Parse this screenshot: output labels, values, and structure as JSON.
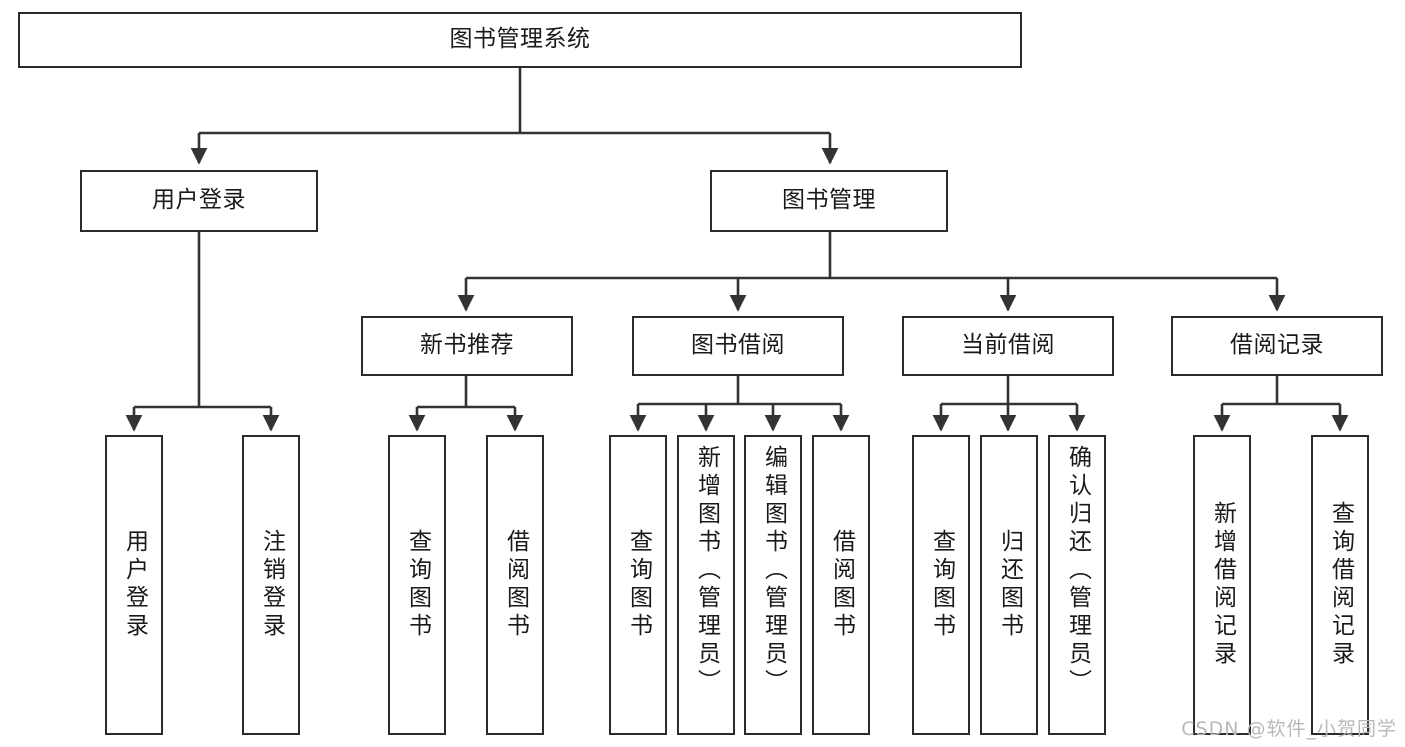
{
  "diagram": {
    "title": "图书管理系统",
    "watermark": "CSDN @软件_小贺同学",
    "colors": {
      "box_border": "#2b2b2b",
      "background": "#ffffff",
      "text": "#1a1a1a",
      "edge": "#333333",
      "watermark": "#b9b9b9"
    },
    "root": {
      "label": "图书管理系统"
    },
    "level2": [
      {
        "label": "用户登录"
      },
      {
        "label": "图书管理"
      }
    ],
    "level3": [
      {
        "label": "新书推荐"
      },
      {
        "label": "图书借阅"
      },
      {
        "label": "当前借阅"
      },
      {
        "label": "借阅记录"
      }
    ],
    "leaves": {
      "user_login": [
        {
          "label": "用户登录"
        },
        {
          "label": "注销登录"
        }
      ],
      "new_book": [
        {
          "label": "查询图书"
        },
        {
          "label": "借阅图书"
        }
      ],
      "book_borrow": [
        {
          "label": "查询图书"
        },
        {
          "label": "新增图书（管理员）"
        },
        {
          "label": "编辑图书（管理员）"
        },
        {
          "label": "借阅图书"
        }
      ],
      "current_borrow": [
        {
          "label": "查询图书"
        },
        {
          "label": "归还图书"
        },
        {
          "label": "确认归还（管理员）"
        }
      ],
      "borrow_record": [
        {
          "label": "新增借阅记录"
        },
        {
          "label": "查询借阅记录"
        }
      ]
    }
  }
}
